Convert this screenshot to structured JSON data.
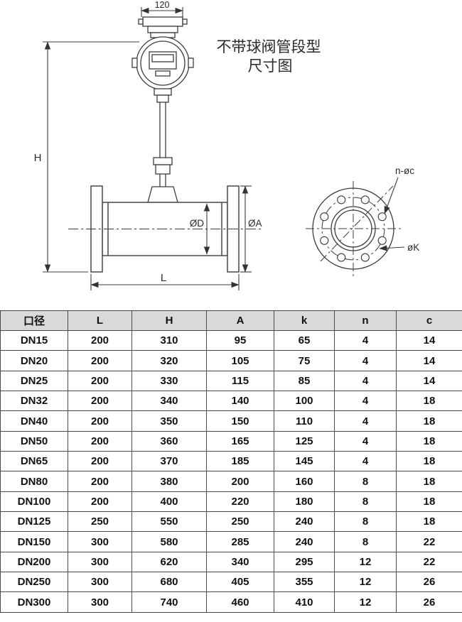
{
  "title": {
    "line1": "不带球阀管段型",
    "line2": "尺寸图"
  },
  "drawing": {
    "top_width_label": "120",
    "height_label": "H",
    "length_label": "L",
    "inner_diameter_label": "ØD",
    "flange_diameter_label": "ØA",
    "bolt_holes_label": "n-øc",
    "bolt_circle_label": "øK"
  },
  "table": {
    "headers": [
      "口径",
      "L",
      "H",
      "A",
      "k",
      "n",
      "c"
    ],
    "rows": [
      [
        "DN15",
        "200",
        "310",
        "95",
        "65",
        "4",
        "14"
      ],
      [
        "DN20",
        "200",
        "320",
        "105",
        "75",
        "4",
        "14"
      ],
      [
        "DN25",
        "200",
        "330",
        "115",
        "85",
        "4",
        "14"
      ],
      [
        "DN32",
        "200",
        "340",
        "140",
        "100",
        "4",
        "18"
      ],
      [
        "DN40",
        "200",
        "350",
        "150",
        "110",
        "4",
        "18"
      ],
      [
        "DN50",
        "200",
        "360",
        "165",
        "125",
        "4",
        "18"
      ],
      [
        "DN65",
        "200",
        "370",
        "185",
        "145",
        "4",
        "18"
      ],
      [
        "DN80",
        "200",
        "380",
        "200",
        "160",
        "8",
        "18"
      ],
      [
        "DN100",
        "200",
        "400",
        "220",
        "180",
        "8",
        "18"
      ],
      [
        "DN125",
        "250",
        "550",
        "250",
        "240",
        "8",
        "18"
      ],
      [
        "DN150",
        "300",
        "580",
        "285",
        "240",
        "8",
        "22"
      ],
      [
        "DN200",
        "300",
        "620",
        "340",
        "295",
        "12",
        "22"
      ],
      [
        "DN250",
        "300",
        "680",
        "405",
        "355",
        "12",
        "26"
      ],
      [
        "DN300",
        "300",
        "740",
        "460",
        "410",
        "12",
        "26"
      ]
    ]
  }
}
